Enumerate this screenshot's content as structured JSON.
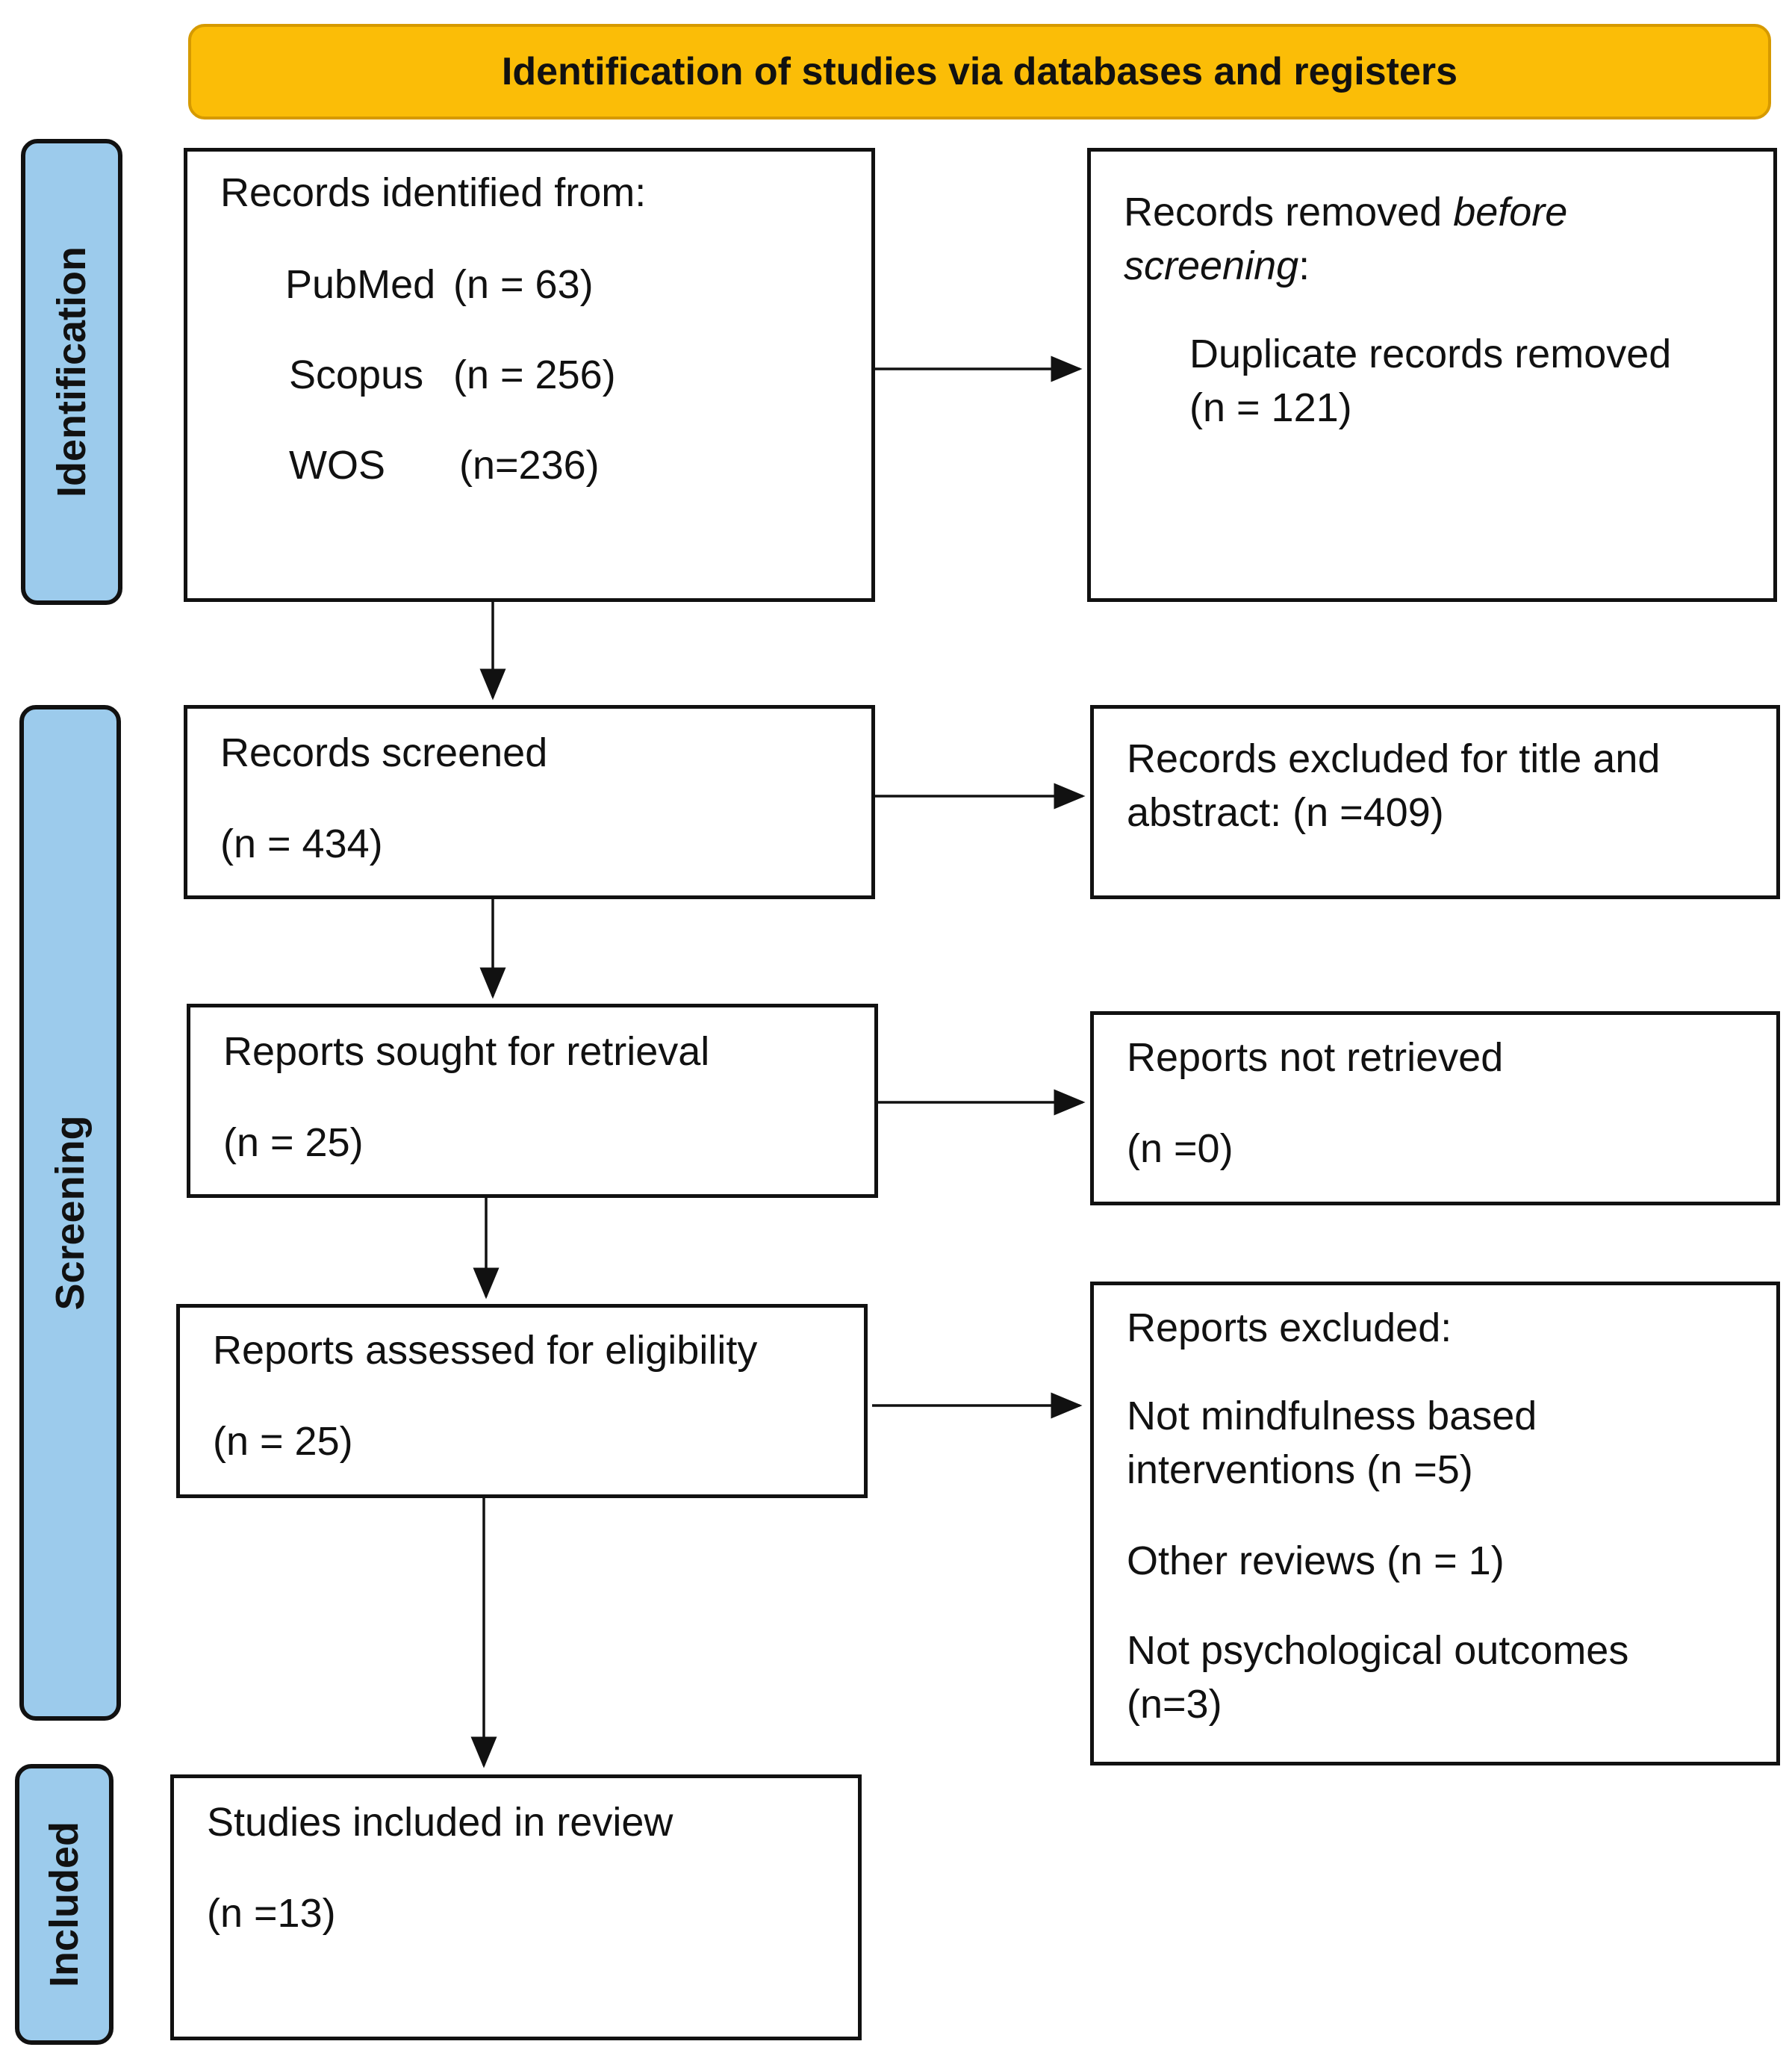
{
  "header": {
    "title": "Identification of studies via databases and registers"
  },
  "phases": {
    "identification": "Identification",
    "screening": "Screening",
    "included": "Included"
  },
  "identified": {
    "title": "Records identified from:",
    "sources": [
      {
        "name": "PubMed",
        "count": "(n = 63)"
      },
      {
        "name": "Scopus",
        "count": "(n = 256)"
      },
      {
        "name": "WOS",
        "count": "(n=236)"
      }
    ]
  },
  "removed": {
    "line1_prefix": "Records removed ",
    "line1_emph": "before",
    "line2_emph": "screening",
    "line2_suffix": ":",
    "detail": "Duplicate records removed",
    "count": "(n = 121)"
  },
  "screened": {
    "title": "Records screened",
    "count": "(n = 434)"
  },
  "excluded_title": {
    "line1": "Records excluded for title and",
    "line2": "abstract: (n =409)"
  },
  "sought": {
    "title": "Reports sought for retrieval",
    "count": "(n = 25)"
  },
  "not_retrieved": {
    "title": "Reports not retrieved",
    "count": "(n =0)"
  },
  "assessed": {
    "title": "Reports assessed for eligibility",
    "count": "(n = 25)"
  },
  "reports_excluded": {
    "title": "Reports excluded:",
    "reason1_line1": "Not mindfulness based",
    "reason1_line2": "interventions  (n =5)",
    "reason2": "Other reviews  (n = 1)",
    "reason3_line1": "Not psychological outcomes",
    "reason3_line2": "(n=3)"
  },
  "included": {
    "title": "Studies included in review",
    "count": "(n =13)"
  }
}
